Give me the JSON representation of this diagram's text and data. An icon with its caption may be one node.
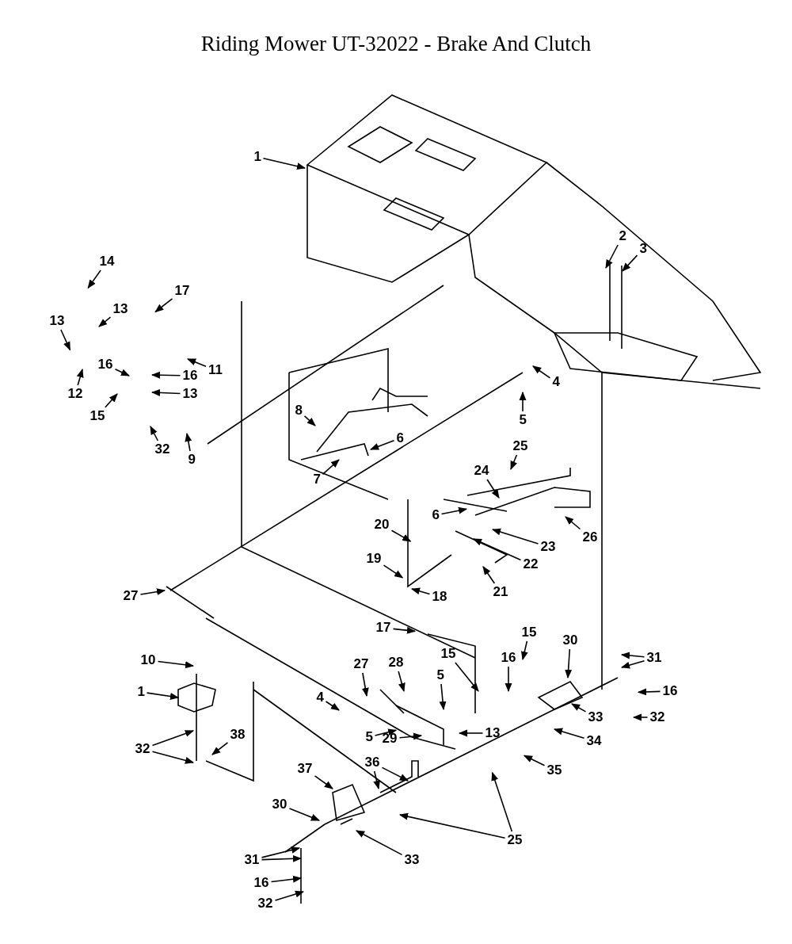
{
  "diagram": {
    "title": "Riding Mower UT-32022 - Brake And Clutch",
    "nodes": [
      {
        "text": [
          "1"
        ]
      },
      {
        "text": [
          "2"
        ]
      },
      {
        "text": [
          "3"
        ]
      },
      {
        "text": [
          "14"
        ]
      },
      {
        "text": [
          "17"
        ]
      },
      {
        "text": [
          "13"
        ]
      },
      {
        "text": [
          "13"
        ]
      },
      {
        "text": [
          "12"
        ]
      },
      {
        "text": [
          "16"
        ]
      },
      {
        "text": [
          "11"
        ]
      },
      {
        "text": [
          "16"
        ]
      },
      {
        "text": [
          "13"
        ]
      },
      {
        "text": [
          "15"
        ]
      },
      {
        "text": [
          "32"
        ]
      },
      {
        "text": [
          "9"
        ]
      },
      {
        "text": [
          "4"
        ]
      },
      {
        "text": [
          "5"
        ]
      },
      {
        "text": [
          "8"
        ]
      },
      {
        "text": [
          "6"
        ]
      },
      {
        "text": [
          "7"
        ]
      },
      {
        "text": [
          "25"
        ]
      },
      {
        "text": [
          "24"
        ]
      },
      {
        "text": [
          "6"
        ]
      },
      {
        "text": [
          "26"
        ]
      },
      {
        "text": [
          "20"
        ]
      },
      {
        "text": [
          "23"
        ]
      },
      {
        "text": [
          "19"
        ]
      },
      {
        "text": [
          "22"
        ]
      },
      {
        "text": [
          "21"
        ]
      },
      {
        "text": [
          "18"
        ]
      },
      {
        "text": [
          "27"
        ]
      },
      {
        "text": [
          "17"
        ]
      },
      {
        "text": [
          "15"
        ]
      },
      {
        "text": [
          "30"
        ]
      },
      {
        "text": [
          "10"
        ]
      },
      {
        "text": [
          "1"
        ]
      },
      {
        "text": [
          "27"
        ]
      },
      {
        "text": [
          "28"
        ]
      },
      {
        "text": [
          "15"
        ]
      },
      {
        "text": [
          "5"
        ]
      },
      {
        "text": [
          "16"
        ]
      },
      {
        "text": [
          "13"
        ]
      },
      {
        "text": [
          "31"
        ]
      },
      {
        "text": [
          "4"
        ]
      },
      {
        "text": [
          "16"
        ]
      },
      {
        "text": [
          "33"
        ]
      },
      {
        "text": [
          "32"
        ]
      },
      {
        "text": [
          "5"
        ]
      },
      {
        "text": [
          "38"
        ]
      },
      {
        "text": [
          "32"
        ]
      },
      {
        "text": [
          "29"
        ]
      },
      {
        "text": [
          "34"
        ]
      },
      {
        "text": [
          "36"
        ]
      },
      {
        "text": [
          "35"
        ]
      },
      {
        "text": [
          "37"
        ]
      },
      {
        "text": [
          "30"
        ]
      },
      {
        "text": [
          "25"
        ]
      },
      {
        "text": [
          "33"
        ]
      },
      {
        "text": [
          "31"
        ]
      },
      {
        "text": [
          "16"
        ]
      },
      {
        "text": [
          "32"
        ]
      }
    ],
    "edges": [
      {
        "from": 0,
        "to": null,
        "arrow": "to"
      },
      {
        "from": 1,
        "to": null,
        "arrow": "to"
      },
      {
        "from": 2,
        "to": null,
        "arrow": "to"
      },
      {
        "from": 3,
        "to": null,
        "arrow": "to"
      },
      {
        "from": 4,
        "to": null,
        "arrow": "to"
      },
      {
        "from": 5,
        "to": null,
        "arrow": "to"
      },
      {
        "from": 6,
        "to": null,
        "arrow": "to"
      },
      {
        "from": 7,
        "to": null,
        "arrow": "to"
      },
      {
        "from": 8,
        "to": null,
        "arrow": "to"
      },
      {
        "from": 9,
        "to": null,
        "arrow": "to"
      },
      {
        "from": 10,
        "to": null,
        "arrow": "to"
      },
      {
        "from": 11,
        "to": null,
        "arrow": "to"
      },
      {
        "from": 12,
        "to": null,
        "arrow": "to"
      },
      {
        "from": 13,
        "to": null,
        "arrow": "to"
      },
      {
        "from": 14,
        "to": null,
        "arrow": "to"
      },
      {
        "from": 15,
        "to": null,
        "arrow": "to"
      },
      {
        "from": 16,
        "to": null,
        "arrow": "to"
      },
      {
        "from": 17,
        "to": null,
        "arrow": "to"
      },
      {
        "from": 18,
        "to": null,
        "arrow": "to"
      },
      {
        "from": 19,
        "to": null,
        "arrow": "to"
      },
      {
        "from": 20,
        "to": null,
        "arrow": "to"
      },
      {
        "from": 21,
        "to": null,
        "arrow": "to"
      },
      {
        "from": 22,
        "to": null,
        "arrow": "to"
      },
      {
        "from": 23,
        "to": null,
        "arrow": "to"
      },
      {
        "from": 24,
        "to": null,
        "arrow": "to"
      },
      {
        "from": 25,
        "to": null,
        "arrow": "to"
      },
      {
        "from": 26,
        "to": null,
        "arrow": "to"
      },
      {
        "from": 27,
        "to": null,
        "arrow": "to"
      },
      {
        "from": 28,
        "to": null,
        "arrow": "to"
      },
      {
        "from": 29,
        "to": null,
        "arrow": "to"
      },
      {
        "from": 30,
        "to": null,
        "arrow": "to"
      },
      {
        "from": 31,
        "to": null,
        "arrow": "to"
      },
      {
        "from": 32,
        "to": null,
        "arrow": "to"
      },
      {
        "from": 33,
        "to": null,
        "arrow": "to"
      },
      {
        "from": 34,
        "to": null,
        "arrow": "to"
      },
      {
        "from": 35,
        "to": null,
        "arrow": "to"
      },
      {
        "from": 36,
        "to": null,
        "arrow": "to"
      },
      {
        "from": 37,
        "to": null,
        "arrow": "to"
      },
      {
        "from": 38,
        "to": null,
        "arrow": "to"
      },
      {
        "from": 39,
        "to": null,
        "arrow": "to"
      },
      {
        "from": 40,
        "to": null,
        "arrow": "to"
      },
      {
        "from": 41,
        "to": null,
        "arrow": "to"
      },
      {
        "from": 42,
        "to": null,
        "arrow": "to"
      },
      {
        "from": 42,
        "to": null,
        "arrow": "to"
      },
      {
        "from": 43,
        "to": null,
        "arrow": "to"
      },
      {
        "from": 44,
        "to": null,
        "arrow": "to"
      },
      {
        "from": 45,
        "to": null,
        "arrow": "to"
      },
      {
        "from": 46,
        "to": null,
        "arrow": "to"
      },
      {
        "from": 47,
        "to": null,
        "arrow": "to"
      },
      {
        "from": 48,
        "to": null,
        "arrow": "to"
      },
      {
        "from": 49,
        "to": null,
        "arrow": "to"
      },
      {
        "from": 49,
        "to": null,
        "arrow": "to"
      },
      {
        "from": 50,
        "to": null,
        "arrow": "to"
      },
      {
        "from": 51,
        "to": null,
        "arrow": "to"
      },
      {
        "from": 52,
        "to": null,
        "arrow": "to"
      },
      {
        "from": 52,
        "to": null,
        "arrow": "to"
      },
      {
        "from": 53,
        "to": null,
        "arrow": "to"
      },
      {
        "from": 54,
        "to": null,
        "arrow": "to"
      },
      {
        "from": 55,
        "to": null,
        "arrow": "to"
      },
      {
        "from": 56,
        "to": null,
        "arrow": "to"
      },
      {
        "from": 56,
        "to": null,
        "arrow": "to"
      },
      {
        "from": 57,
        "to": null,
        "arrow": "to"
      },
      {
        "from": 58,
        "to": null,
        "arrow": "to"
      },
      {
        "from": 58,
        "to": null,
        "arrow": "to"
      },
      {
        "from": 59,
        "to": null,
        "arrow": "to"
      },
      {
        "from": 60,
        "to": null,
        "arrow": "to"
      }
    ]
  }
}
